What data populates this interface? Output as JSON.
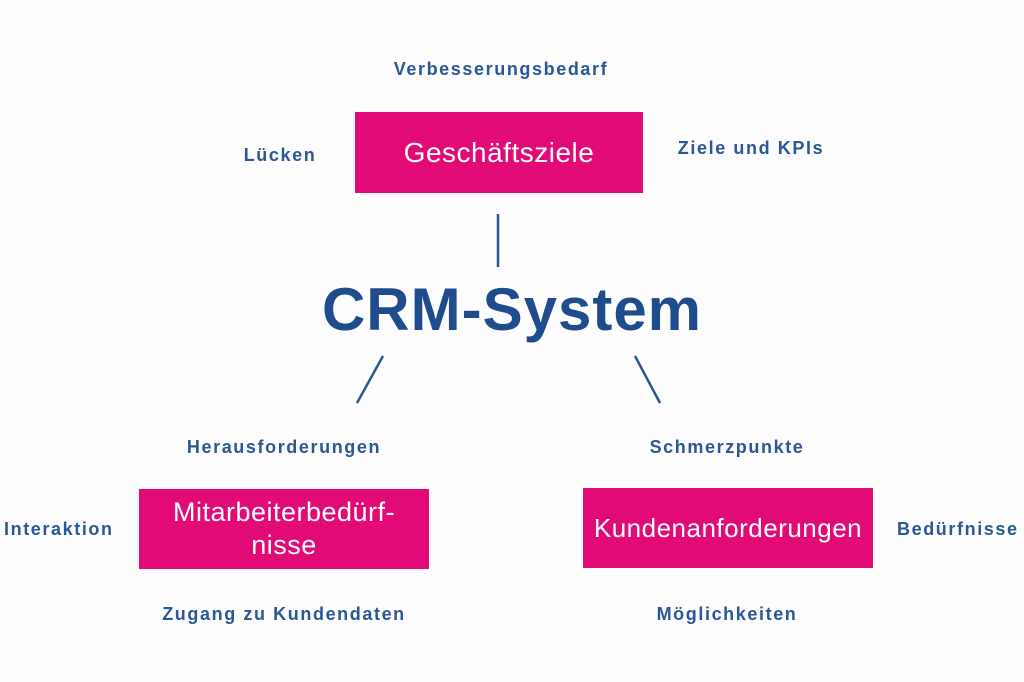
{
  "title": "CRM-System",
  "colors": {
    "background": "#fdfdfe",
    "node_fill": "#e20a76",
    "node_text": "#ffffff",
    "title_blue": "#1e4c8c",
    "label_blue": "#2a5795",
    "connector_blue": "#2a5795"
  },
  "branches": {
    "top": {
      "node_label": "Geschäftsziele",
      "satellites": {
        "above": "Verbesserungsbedarf",
        "left": "Lücken",
        "right": "Ziele und KPIs"
      }
    },
    "bottom_left": {
      "node_label": "Mitarbeiterbedürf-\nnisse",
      "satellites": {
        "above": "Herausforderungen",
        "left": "Interaktion",
        "below": "Zugang zu Kundendaten"
      }
    },
    "bottom_right": {
      "node_label": "Kundenanforderungen",
      "satellites": {
        "above": "Schmerzpunkte",
        "right": "Bedürfnisse",
        "below": "Möglichkeiten"
      }
    }
  }
}
